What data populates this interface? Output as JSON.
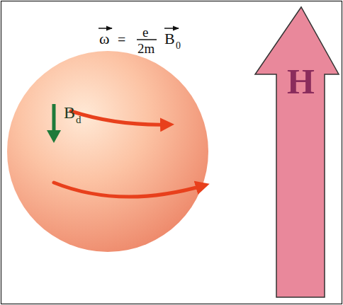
{
  "diagram": {
    "nodes": [
      {
        "text": [
          "H"
        ]
      }
    ],
    "labels": [
      "ω",
      "=",
      "e",
      "2m",
      "B",
      "0",
      "B",
      "d"
    ]
  }
}
